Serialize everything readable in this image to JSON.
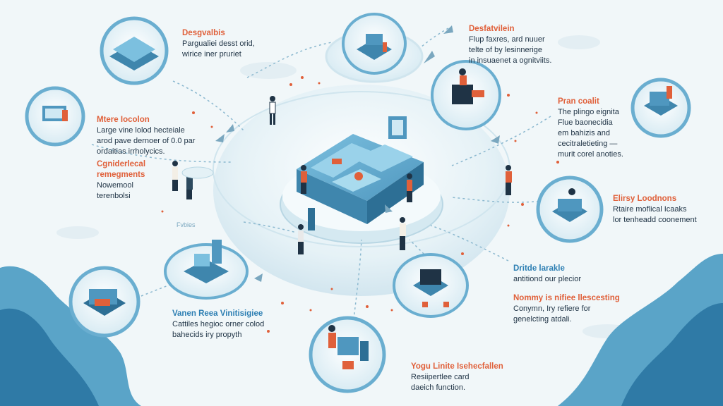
{
  "colors": {
    "background": "#f1f7f9",
    "platform": "#dfeef4",
    "building": "#4f97bf",
    "orange_accent": "#e0603a",
    "blue_title": "#2d7fb3",
    "text": "#1f3345",
    "badge_ring": "#6aaed0",
    "mountain": "#3f8db6"
  },
  "labels": [
    {
      "id": "desgvalbis",
      "title_color": "orange",
      "title": "Desgvalbis",
      "lines": [
        "Pargualiei desst orid,",
        "wirice iner pruriet"
      ]
    },
    {
      "id": "desfatvilein",
      "title_color": "orange",
      "title": "Desfatvilein",
      "lines": [
        "Flup faxres, ard nuuer",
        "telte of by lesinnerige",
        "in insuaenet a ognitviits."
      ]
    },
    {
      "id": "mtere-iocolon",
      "title_color": "orange",
      "title": "Mtere Iocolon",
      "lines": [
        "Large vine lolod hecteiale",
        "arod pave dernoer of 0.0 par",
        "ordaitias irrholycics."
      ]
    },
    {
      "id": "cgniderlecal",
      "title_color": "orange",
      "title": "Cgniderlecal remegments",
      "lines": [
        "Nowemool",
        "terenbolsi"
      ]
    },
    {
      "id": "pran-coalit",
      "title_color": "orange",
      "title": "Pran coalit",
      "lines": [
        "The plingo eignita",
        "Flue baonecidia",
        "em bahizis and",
        "cecitraletieting —",
        "murit corel anoties."
      ]
    },
    {
      "id": "elirsy-loodnons",
      "title_color": "orange",
      "title": "Elirsy Loodnons",
      "lines": [
        "Rtaire moflical Icaaks",
        "lor tenheadd coonement"
      ]
    },
    {
      "id": "dritde-larakle",
      "title_color": "blue",
      "title": "Dritde larakle",
      "lines": [
        "antitiond our plecior"
      ]
    },
    {
      "id": "nommy-is-nifiee",
      "title_color": "orange",
      "title": "Nommy is nifiee llescesting",
      "lines": [
        "Conymn, Iry refiere for",
        "genelcting atdali."
      ]
    },
    {
      "id": "vanen-reea",
      "title_color": "blue",
      "title": "Vanen Reea Vinitisigiee",
      "lines": [
        "Cattiles hegioc orner colod",
        "bahecids iry propyth"
      ]
    },
    {
      "id": "yogu-linite",
      "title_color": "orange",
      "title": "Yogu Linite Isehecfallen",
      "lines": [
        "Resiipertlee card",
        "daeich function."
      ]
    }
  ],
  "floating_text": "Fvbies"
}
